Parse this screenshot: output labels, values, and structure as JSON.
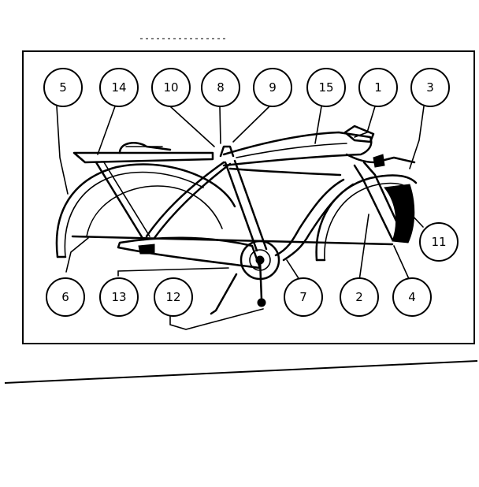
{
  "diagram": {
    "subject": "bicycle",
    "callouts": [
      {
        "id": "c5",
        "label": "5"
      },
      {
        "id": "c14",
        "label": "14"
      },
      {
        "id": "c10",
        "label": "10"
      },
      {
        "id": "c8",
        "label": "8"
      },
      {
        "id": "c9",
        "label": "9"
      },
      {
        "id": "c15",
        "label": "15"
      },
      {
        "id": "c1",
        "label": "1"
      },
      {
        "id": "c3",
        "label": "3"
      },
      {
        "id": "c11",
        "label": "11"
      },
      {
        "id": "c6",
        "label": "6"
      },
      {
        "id": "c13",
        "label": "13"
      },
      {
        "id": "c12",
        "label": "12"
      },
      {
        "id": "c7",
        "label": "7"
      },
      {
        "id": "c2",
        "label": "2"
      },
      {
        "id": "c4",
        "label": "4"
      }
    ]
  }
}
